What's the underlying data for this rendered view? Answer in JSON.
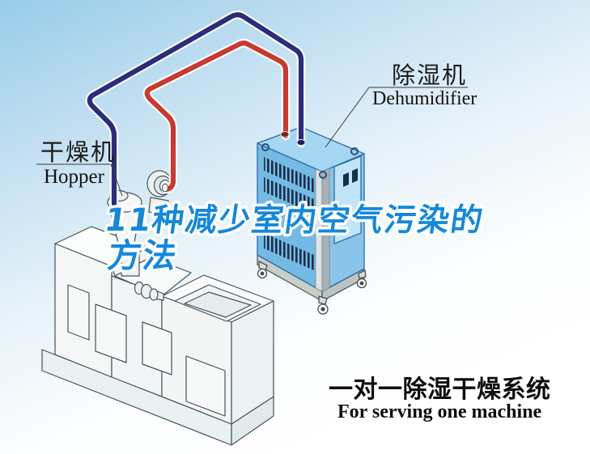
{
  "overlay_title": {
    "line1": "11种减少室内空气污染的",
    "line2": "方法",
    "color": "#1588DA"
  },
  "labels": {
    "hopper": {
      "zh": "干燥机",
      "en": "Hopper"
    },
    "dehumidifier": {
      "zh": "除湿机",
      "en": "Dehumidifier"
    }
  },
  "caption": {
    "zh": "一对一除湿干燥系统",
    "en": "For serving one machine"
  },
  "hoses": {
    "supply_color": "#C63B2F",
    "return_color": "#2B2D7A"
  },
  "machine_colors": {
    "top": "#A5D6F2",
    "left": "#74BAE5",
    "right": "#8AC4EA",
    "door": "#C2E4F8"
  }
}
